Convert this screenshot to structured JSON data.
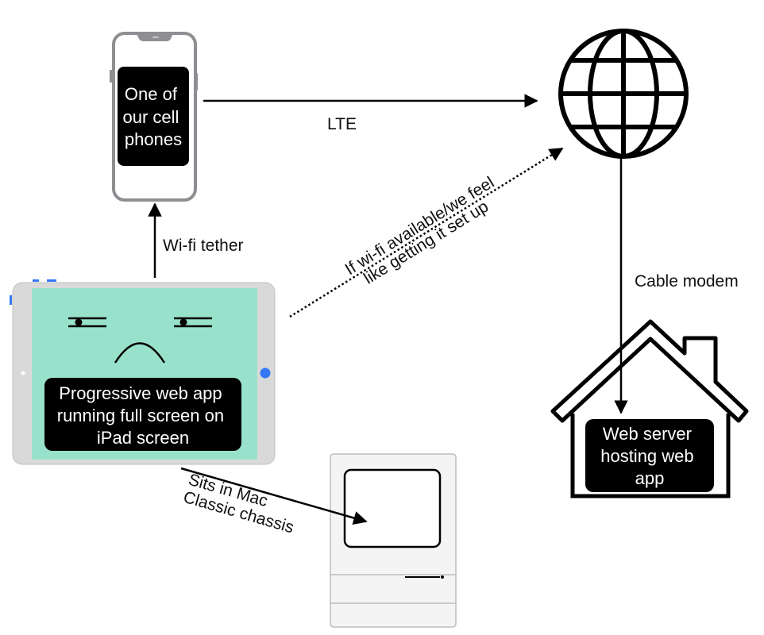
{
  "nodes": {
    "phone": {
      "label_lines": [
        "One of",
        "our cell",
        "phones"
      ]
    },
    "ipad": {
      "label_lines": [
        "Progressive web app",
        "running full screen on",
        "iPad screen"
      ]
    },
    "server": {
      "label_lines": [
        "Web server",
        "hosting web",
        "app"
      ]
    }
  },
  "edges": {
    "lte": {
      "label": "LTE"
    },
    "wifi_tether": {
      "label": "Wi-fi tether"
    },
    "cable_modem": {
      "label": "Cable modem"
    },
    "wifi_optional": {
      "label_lines": [
        "If wi-fi available/we feel",
        "like getting it set up"
      ]
    },
    "mac_chassis": {
      "label_lines": [
        "Sits in Mac",
        "Classic chassis"
      ]
    }
  },
  "colors": {
    "ipad_screen": "#98e2cb",
    "ipad_body": "#d9d9d9",
    "ipad_button": "#3478f6",
    "phone_frame": "#8e8e93",
    "label_box": "#000000"
  },
  "icons": [
    "globe-icon",
    "house-icon",
    "iphone-icon",
    "ipad-icon",
    "mac-classic-icon"
  ]
}
